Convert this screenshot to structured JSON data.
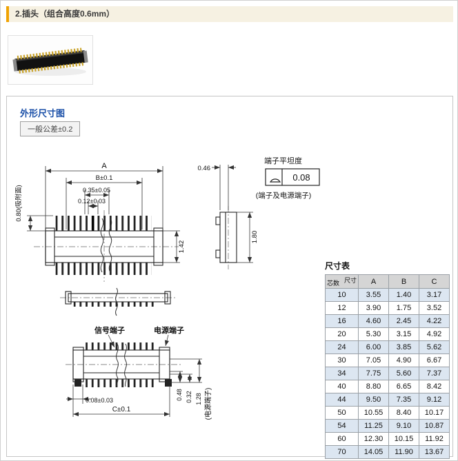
{
  "header": {
    "title": "2.插头（组合高度0.6mm）"
  },
  "panel": {
    "title": "外形尺寸图",
    "tolerance": "一般公差±0.2"
  },
  "front_view": {
    "dim_a": "A",
    "dim_b": "B±0.1",
    "dim_pitch": "0.35±0.05",
    "dim_pin": "0.12±0.03",
    "dim_height_left": "0.80(吸附面)",
    "dim_height_right": "1.42"
  },
  "side_view": {
    "dim_width": "0.46",
    "flatness_label": "端子平坦度",
    "flatness_value": "0.08",
    "flatness_note": "(端子及电源端子)",
    "dim_height": "1.80"
  },
  "bottom_view": {
    "signal_label": "信号端子",
    "power_label": "电源端子",
    "dim_048": "0.48",
    "dim_032": "0.32",
    "dim_128": "1.28",
    "power_note": "(电源端子)",
    "dim_small": "0.08±0.03",
    "dim_c": "C±0.1"
  },
  "size_table": {
    "title": "尺寸表",
    "corner": {
      "top_right": "尺寸",
      "bottom_left": "芯数"
    },
    "columns": [
      "A",
      "B",
      "C"
    ],
    "rows": [
      [
        "10",
        "3.55",
        "1.40",
        "3.17"
      ],
      [
        "12",
        "3.90",
        "1.75",
        "3.52"
      ],
      [
        "16",
        "4.60",
        "2.45",
        "4.22"
      ],
      [
        "20",
        "5.30",
        "3.15",
        "4.92"
      ],
      [
        "24",
        "6.00",
        "3.85",
        "5.62"
      ],
      [
        "30",
        "7.05",
        "4.90",
        "6.67"
      ],
      [
        "34",
        "7.75",
        "5.60",
        "7.37"
      ],
      [
        "40",
        "8.80",
        "6.65",
        "8.42"
      ],
      [
        "44",
        "9.50",
        "7.35",
        "9.12"
      ],
      [
        "50",
        "10.55",
        "8.40",
        "10.17"
      ],
      [
        "54",
        "11.25",
        "9.10",
        "10.87"
      ],
      [
        "60",
        "12.30",
        "10.15",
        "11.92"
      ],
      [
        "70",
        "14.05",
        "11.90",
        "13.67"
      ]
    ]
  },
  "colors": {
    "accent_orange": "#f0a202",
    "title_blue": "#1b50a8",
    "table_header_bg": "#d5d5d5",
    "row_alt_bg": "#dce6f1"
  }
}
